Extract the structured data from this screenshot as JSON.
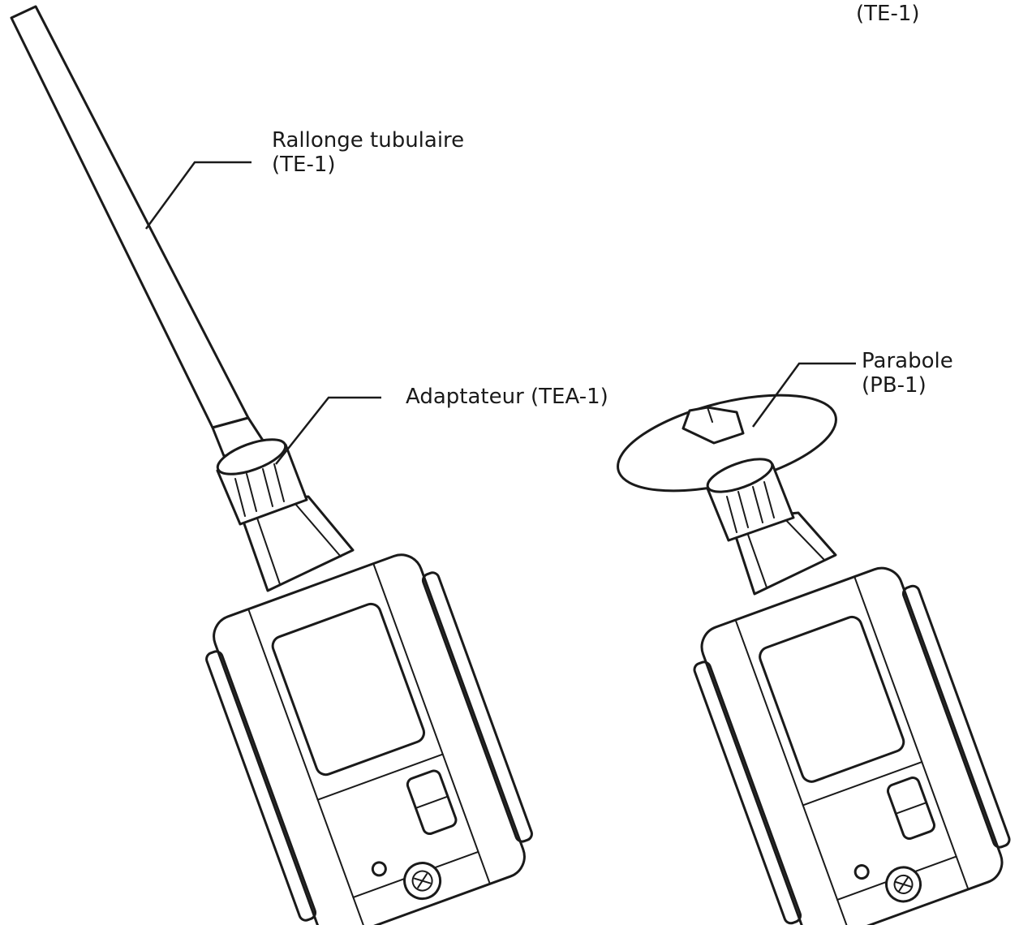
{
  "labels": {
    "top_right_fragment": "(TE-1)",
    "tube_extension": {
      "line1": "Rallonge tubulaire",
      "line2": "(TE-1)"
    },
    "adapter": "Adaptateur (TEA-1)",
    "parabola": {
      "line1": "Parabole",
      "line2": "(PB-1)"
    }
  }
}
